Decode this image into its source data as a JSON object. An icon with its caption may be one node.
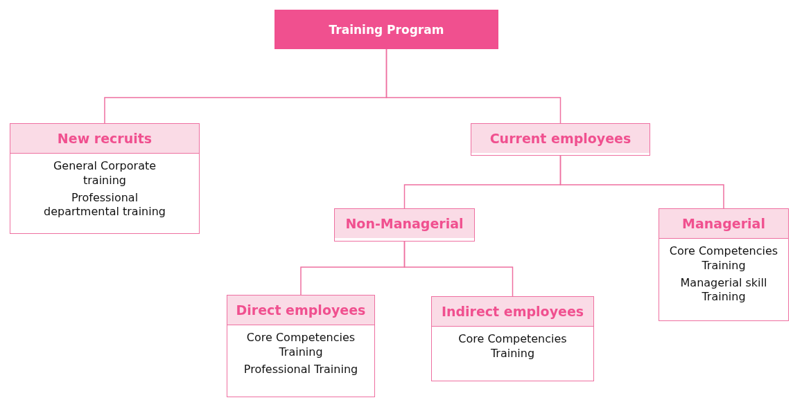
{
  "diagram": {
    "nodes": [
      {
        "text": [
          "Training Program"
        ]
      },
      {
        "text": [
          "New recruits",
          "General Corporate training",
          "Professional departmental training"
        ]
      },
      {
        "text": [
          "Current employees"
        ]
      },
      {
        "text": [
          "Non-Managerial"
        ]
      },
      {
        "text": [
          "Managerial",
          "Core Competencies Training",
          "Managerial skill Training"
        ]
      },
      {
        "text": [
          "Direct employees",
          "Core Competencies Training",
          "Professional Training"
        ]
      },
      {
        "text": [
          "Indirect employees",
          "Core Competencies Training"
        ]
      }
    ],
    "edges": [
      {
        "from": 0,
        "to": 1,
        "arrow": "none"
      },
      {
        "from": 0,
        "to": 2,
        "arrow": "none"
      },
      {
        "from": 2,
        "to": 3,
        "arrow": "none"
      },
      {
        "from": 2,
        "to": 4,
        "arrow": "none"
      },
      {
        "from": 3,
        "to": 5,
        "arrow": "none"
      },
      {
        "from": 3,
        "to": 6,
        "arrow": "none"
      }
    ]
  }
}
